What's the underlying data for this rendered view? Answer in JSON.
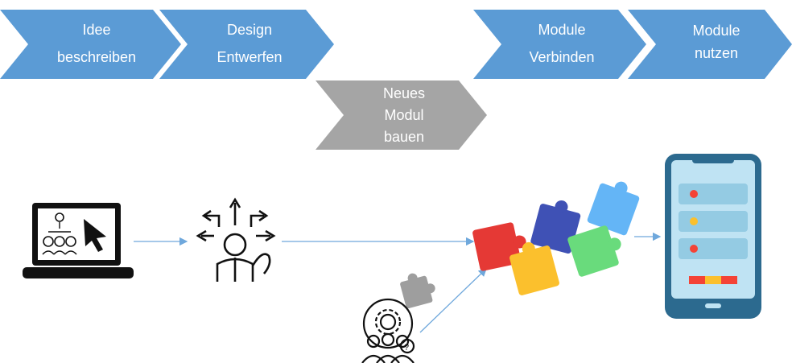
{
  "steps": [
    {
      "line1": "Idee",
      "line2": "beschreiben",
      "color": "#5b9bd5"
    },
    {
      "line1": "Design",
      "line2": "Entwerfen",
      "color": "#5b9bd5"
    },
    {
      "line1": "Module",
      "line2": "Verbinden",
      "color": "#5b9bd5"
    },
    {
      "line1": "Module",
      "line2": "nutzen",
      "color": "#5b9bd5"
    }
  ],
  "branch_step": {
    "line1": "Neues",
    "line2": "Modul",
    "line3": "bauen",
    "color": "#a5a5a5"
  },
  "icons": [
    "laptop-presentation-icon",
    "decision-person-icon",
    "puzzle-pieces-icon",
    "smartphone-app-icon",
    "developer-team-icon",
    "single-puzzle-piece-icon"
  ],
  "colors": {
    "arrow": "#6fa8dc",
    "puzzle_red": "#e53935",
    "puzzle_blue": "#3f51b5",
    "puzzle_light_blue": "#64b5f6",
    "puzzle_green": "#69db7c",
    "puzzle_yellow": "#fbc02d",
    "phone_body": "#2c6a8f",
    "phone_screen": "#bfe3f3"
  }
}
